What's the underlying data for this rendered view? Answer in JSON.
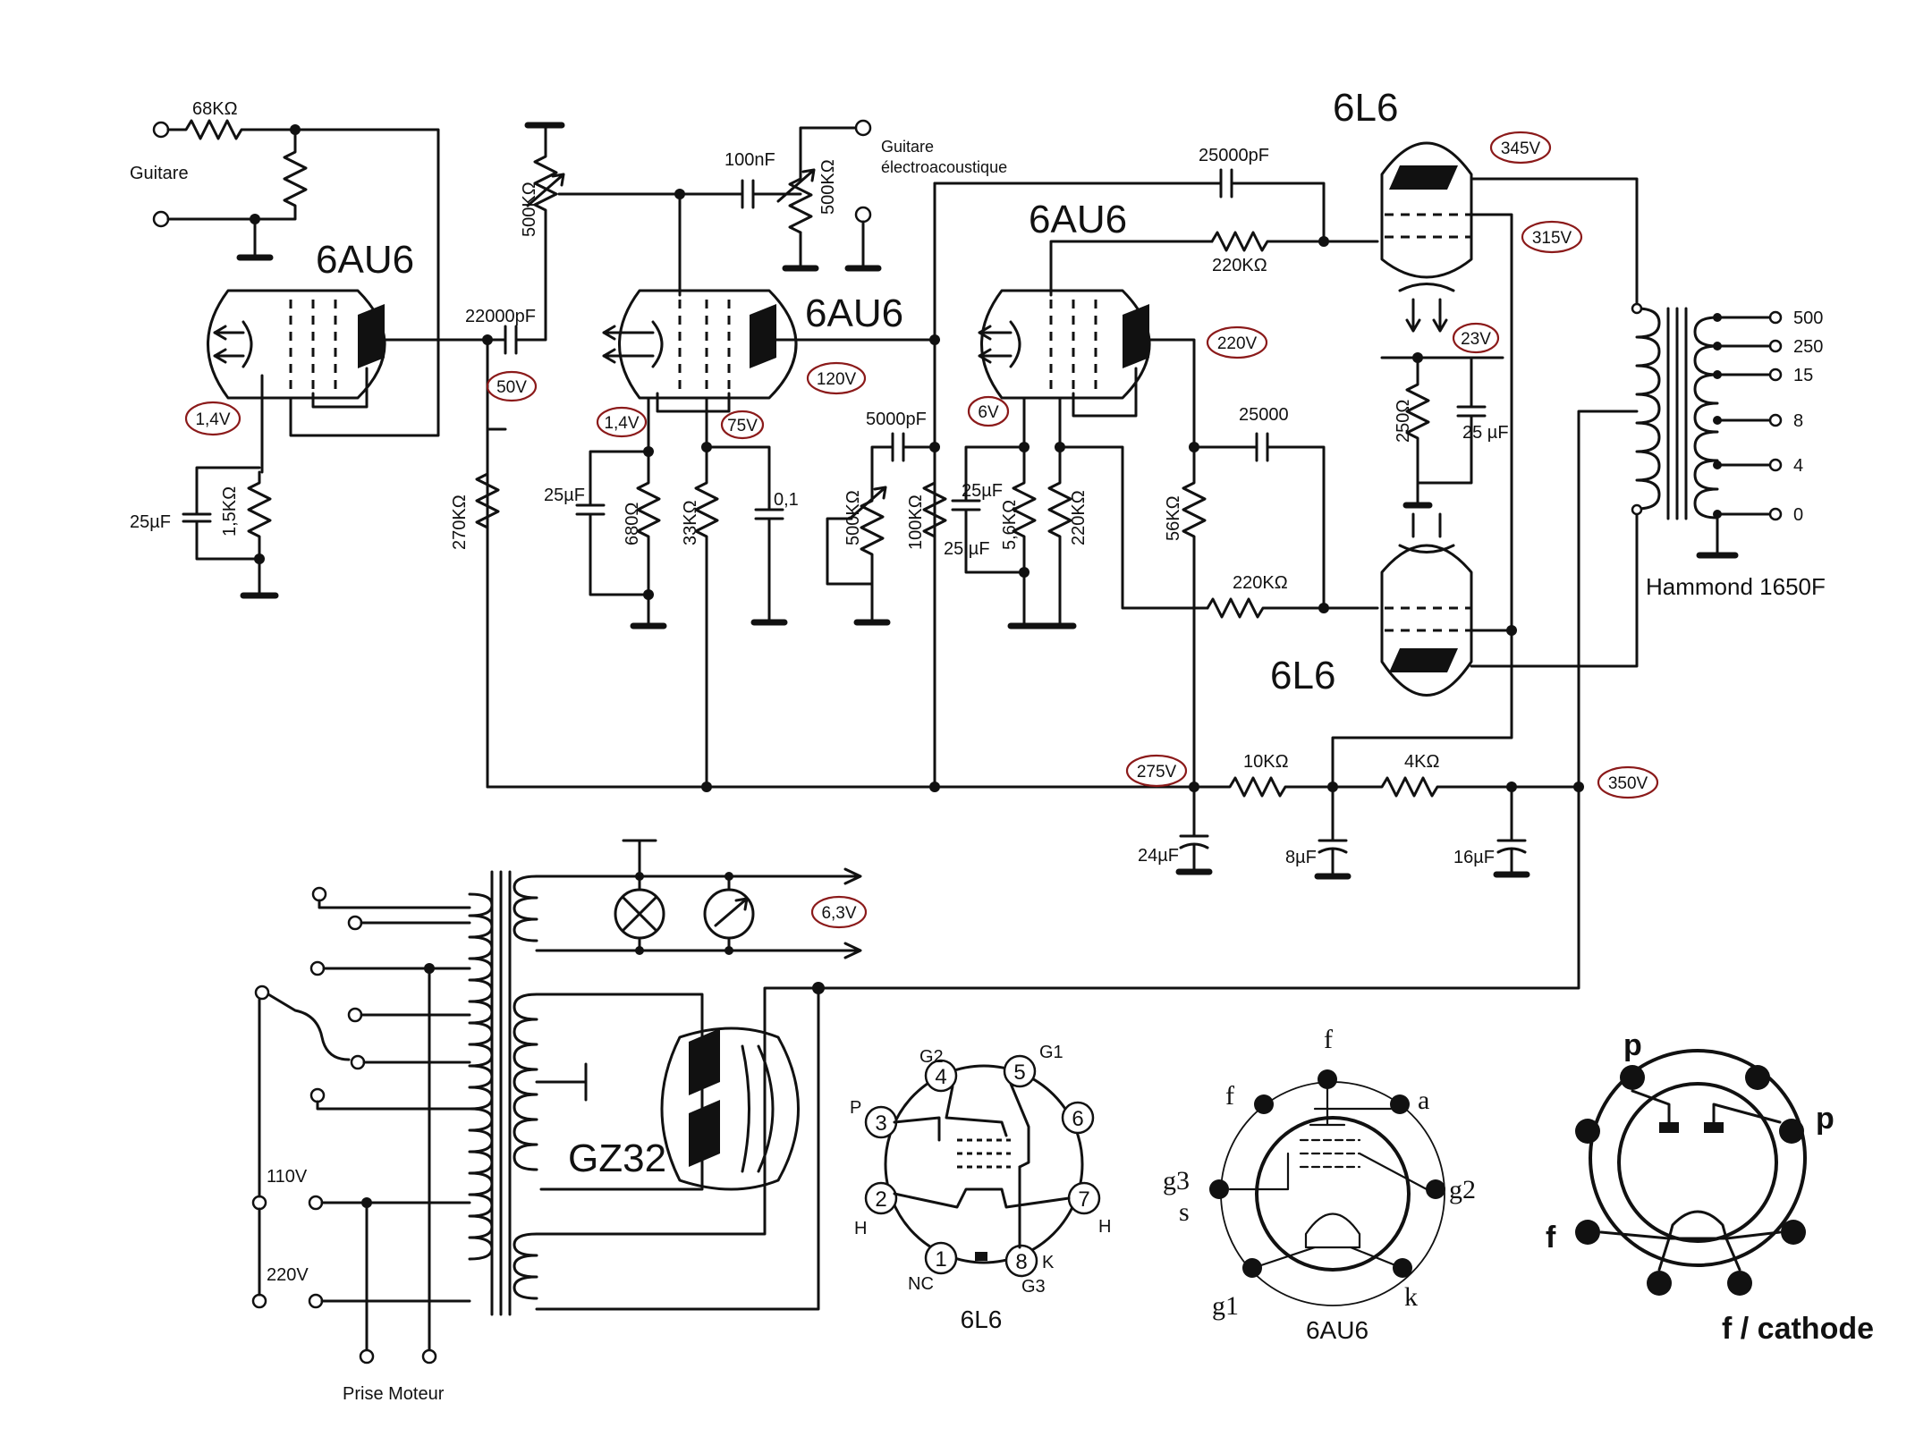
{
  "tubes": {
    "v1": "6AU6",
    "v2": "6AU6",
    "v3": "6AU6",
    "power_top": "6L6",
    "power_bottom": "6L6",
    "rectifier": "GZ32"
  },
  "inputs": {
    "guitar": "Guitare",
    "acoustic_line1": "Guitare",
    "acoustic_line2": "électroacoustique"
  },
  "components": {
    "r_68k": "68KΩ",
    "r_1k5": "1,5KΩ",
    "c_25uF_a": "25µF",
    "c_22000pF": "22000pF",
    "pot_500k_a": "500KΩ",
    "c_100nF": "100nF",
    "pot_500k_b": "500KΩ",
    "r_270k": "270KΩ",
    "c_25uF_b": "25µF",
    "r_680": "680Ω",
    "r_33k": "33KΩ",
    "c_0_1": "0,1",
    "c_5000pF": "5000pF",
    "pot_500k_c": "500KΩ",
    "r_100k": "100KΩ",
    "c_25uF_c": "25 µF",
    "c_25uF_d": "25µF",
    "r_5k6": "5,6KΩ",
    "r_220k_a": "220KΩ",
    "c_25000pF": "25000pF",
    "r_220k_b": "220KΩ",
    "r_56k": "56KΩ",
    "c_25000": "25000",
    "r_220k_c": "220KΩ",
    "r_250": "250Ω",
    "c_25uF_e": "25 µF",
    "r_10k": "10KΩ",
    "r_4k": "4KΩ",
    "c_24uF": "24µF",
    "c_8uF": "8µF",
    "c_16uF": "16µF"
  },
  "voltages": {
    "v1_cathode": "1,4V",
    "v1_plate": "50V",
    "v2_cathode": "1,4V",
    "v2_screen": "75V",
    "v2_plate": "120V",
    "v3_cathode": "6V",
    "v3_plate": "220V",
    "pt_plate": "345V",
    "pt_screen": "315V",
    "pt_cathode": "23V",
    "b_plus_275": "275V",
    "b_plus_350": "350V",
    "heater": "6,3V"
  },
  "output_transformer": {
    "name": "Hammond 1650F",
    "taps": [
      "500",
      "250",
      "15",
      "8",
      "4",
      "0"
    ]
  },
  "power_supply": {
    "mains_110": "110V",
    "mains_220": "220V",
    "motor_outlet": "Prise Moteur"
  },
  "pinouts": {
    "l6": {
      "title": "6L6",
      "pin_numbers": [
        "1",
        "2",
        "3",
        "4",
        "5",
        "6",
        "7",
        "8"
      ],
      "labels": {
        "g2": "G2",
        "g1": "G1",
        "p": "P",
        "h_left": "H",
        "h_right": "H",
        "nc": "NC",
        "k": "K",
        "g3": "G3"
      }
    },
    "au6": {
      "title": "6AU6",
      "labels": {
        "f_top": "f",
        "f_left": "f",
        "a": "a",
        "g3": "g3",
        "s": "s",
        "g2": "g2",
        "g1": "g1",
        "k": "k"
      }
    },
    "gz32": {
      "labels": {
        "p_top": "p",
        "p_right": "p",
        "f": "f",
        "f_cathode": "f / cathode"
      }
    }
  }
}
